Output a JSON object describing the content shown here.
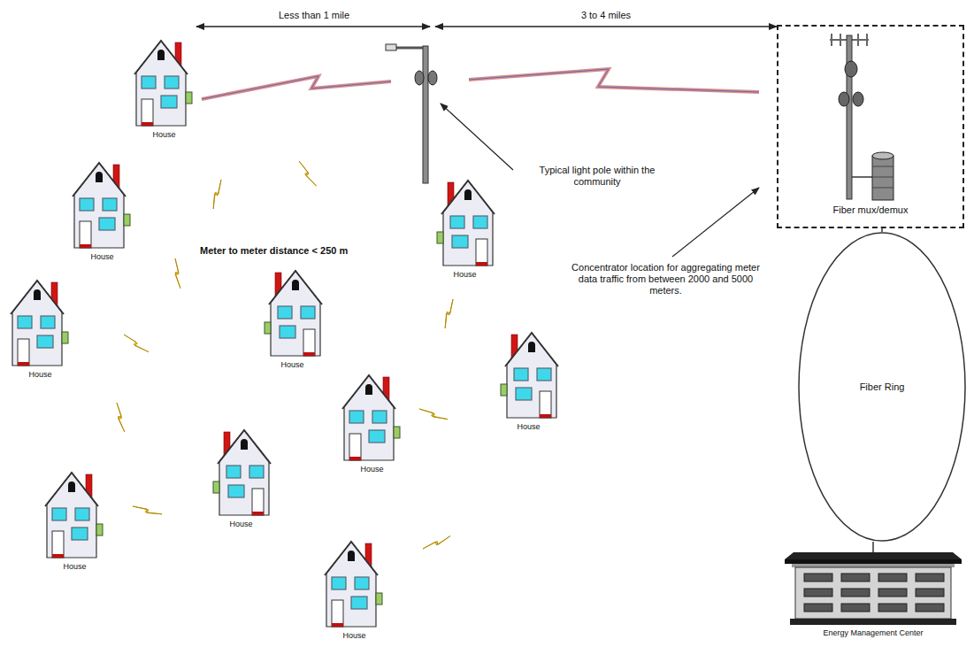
{
  "diagram": {
    "nodes": [
      {
        "text": [
          "House"
        ]
      },
      {
        "text": [
          "House"
        ]
      },
      {
        "text": [
          "House"
        ]
      },
      {
        "text": [
          "House"
        ]
      },
      {
        "text": [
          "House"
        ]
      },
      {
        "text": [
          "House"
        ]
      },
      {
        "text": [
          "House"
        ]
      },
      {
        "text": [
          "House"
        ]
      },
      {
        "text": [
          "House"
        ]
      },
      {
        "text": [
          "House"
        ]
      },
      {
        "text": [
          "Fiber mux/demux"
        ]
      },
      {
        "text": [
          "Fiber Ring"
        ]
      },
      {
        "text": [
          "Energy Management Center"
        ]
      }
    ],
    "edges": [
      {
        "from": 10,
        "to": 11,
        "arrow": "none"
      },
      {
        "from": 11,
        "to": 12,
        "arrow": "none"
      }
    ],
    "labels": [
      "Less than 1 mile",
      "3 to 4 miles",
      "Typical light pole within the community",
      "Meter to meter distance < 250 m",
      "Concentrator location for aggregating meter data traffic from between 2000 and 5000 meters."
    ]
  }
}
